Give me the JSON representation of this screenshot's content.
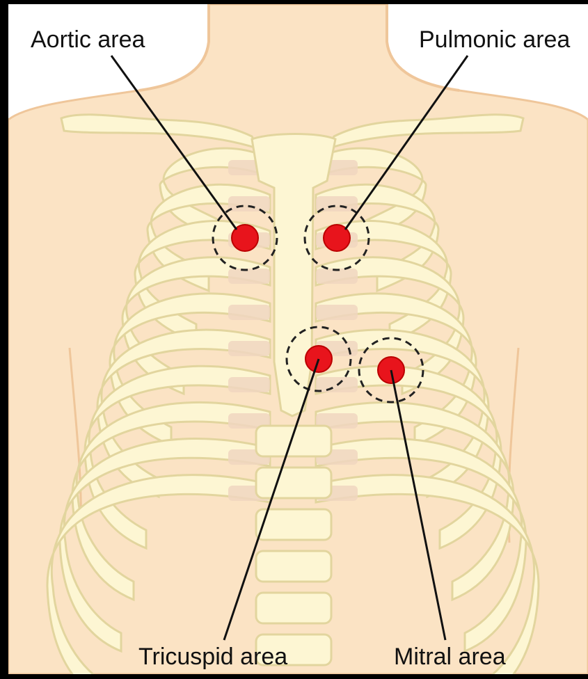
{
  "labels": {
    "aortic": "Aortic area",
    "pulmonic": "Pulmonic area",
    "tricuspid": "Tricuspid area",
    "mitral": "Mitral area"
  },
  "colors": {
    "frame": "#000000",
    "background": "#ffffff",
    "skin": "#fbe3c4",
    "skin_outline": "#efc69a",
    "bone": "#fdf6d3",
    "bone_outline": "#e2d59e",
    "cartilage": "#f0d6bf",
    "point": "#e8141c",
    "leader": "#111111"
  },
  "icons": [
    "auscultation-point",
    "dashed-ring"
  ]
}
